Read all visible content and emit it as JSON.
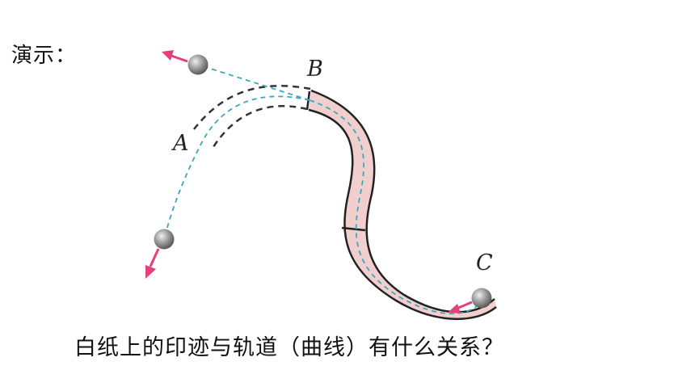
{
  "heading": "演示：",
  "question": "白纸上的印迹与轨道（曲线）有什么关系？",
  "diagram": {
    "points": {
      "a": "A",
      "b": "B",
      "c": "C"
    },
    "colors": {
      "track_fill": "#f2cfcf",
      "track_edge": "#222222",
      "trace": "#3aa9b8",
      "arrow": "#e4407a",
      "ball": "#8e8e8e"
    }
  }
}
